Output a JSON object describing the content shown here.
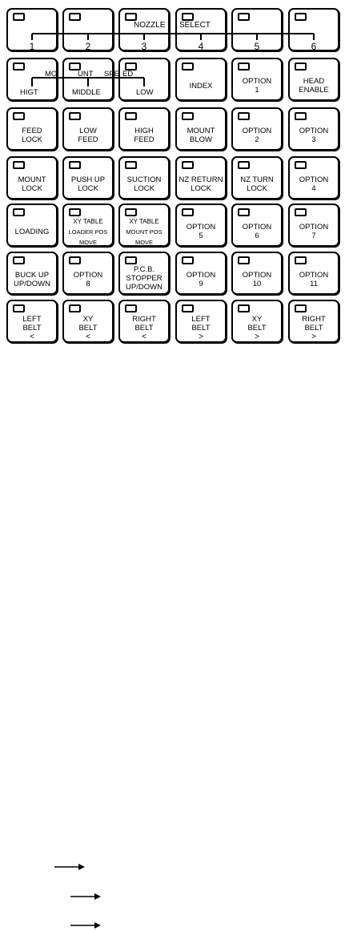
{
  "nozzle_select": {
    "label_left": "NOZZLE",
    "label_right": "SELECT",
    "numbers": [
      "1",
      "2",
      "3",
      "4",
      "5",
      "6"
    ]
  },
  "mount_speed": {
    "label_parts": [
      "MO",
      "UNT",
      "SPE",
      "ED"
    ],
    "levels": [
      "HIGT",
      "MIDDLE",
      "LOW"
    ]
  },
  "keys": {
    "row2": [
      {
        "id": "index",
        "lines": [
          "INDEX"
        ]
      },
      {
        "id": "option-1",
        "lines": [
          "OPTION",
          "1"
        ]
      },
      {
        "id": "head-enable",
        "lines": [
          "HEAD",
          "ENABLE"
        ]
      }
    ],
    "row3": [
      {
        "id": "feed-lock",
        "lines": [
          "FEED",
          "LOCK"
        ]
      },
      {
        "id": "low-feed",
        "lines": [
          "LOW",
          "FEED"
        ]
      },
      {
        "id": "high-feed",
        "lines": [
          "HIGH",
          "FEED"
        ]
      },
      {
        "id": "mount-blow",
        "lines": [
          "MOUNT",
          "BLOW"
        ]
      },
      {
        "id": "option-2",
        "lines": [
          "OPTION",
          "2"
        ]
      },
      {
        "id": "option-3",
        "lines": [
          "OPTION",
          "3"
        ]
      }
    ],
    "row4": [
      {
        "id": "mount-lock",
        "lines": [
          "MOUNT",
          "LOCK"
        ]
      },
      {
        "id": "push-up-lock",
        "lines": [
          "PUSH UP",
          "LOCK"
        ]
      },
      {
        "id": "suction-lock",
        "lines": [
          "SUCTION",
          "LOCK"
        ]
      },
      {
        "id": "nz-return-lock",
        "lines": [
          "NZ RETURN",
          "LOCK"
        ]
      },
      {
        "id": "nz-turn-lock",
        "lines": [
          "NZ TURN",
          "LOCK"
        ]
      },
      {
        "id": "option-4",
        "lines": [
          "OPTION",
          "4"
        ]
      }
    ],
    "row5": [
      {
        "id": "loading",
        "lines": [
          "LOADING"
        ]
      },
      {
        "id": "xy-table-loader-pos-move",
        "lines": [
          "XY TABLE",
          "LOADER POS",
          "MOVE"
        ],
        "small": true
      },
      {
        "id": "xy-table-mount-pos-move",
        "lines": [
          "XY TABLE",
          "MOUNT POS",
          "MOVE"
        ],
        "small": true
      },
      {
        "id": "option-5",
        "lines": [
          "OPTION",
          "5"
        ]
      },
      {
        "id": "option-6",
        "lines": [
          "OPTION",
          "6"
        ]
      },
      {
        "id": "option-7",
        "lines": [
          "OPTION",
          "7"
        ]
      }
    ],
    "row6": [
      {
        "id": "buck-up-down",
        "lines": [
          "BUCK UP",
          "UP/DOWN"
        ]
      },
      {
        "id": "option-8",
        "lines": [
          "OPTION",
          "8"
        ]
      },
      {
        "id": "pcb-stopper-up-down",
        "lines": [
          "P.C.B.",
          "STOPPER",
          "UP/DOWN"
        ]
      },
      {
        "id": "option-9",
        "lines": [
          "OPTION",
          "9"
        ]
      },
      {
        "id": "option-10",
        "lines": [
          "OPTION",
          "10"
        ]
      },
      {
        "id": "option-11",
        "lines": [
          "OPTION",
          "11"
        ]
      }
    ],
    "row7": [
      {
        "id": "left-belt-left",
        "lines": [
          "LEFT",
          "BELT",
          "<"
        ]
      },
      {
        "id": "xy-belt-left",
        "lines": [
          "XY",
          "BELT",
          "<"
        ]
      },
      {
        "id": "right-belt-left",
        "lines": [
          "RIGHT",
          "BELT",
          "<"
        ]
      },
      {
        "id": "left-belt-right",
        "lines": [
          "LEFT",
          "BELT",
          ">"
        ]
      },
      {
        "id": "xy-belt-right",
        "lines": [
          "XY",
          "BELT",
          ">"
        ]
      },
      {
        "id": "right-belt-right",
        "lines": [
          "RIGHT",
          "BELT",
          ">"
        ]
      }
    ]
  }
}
